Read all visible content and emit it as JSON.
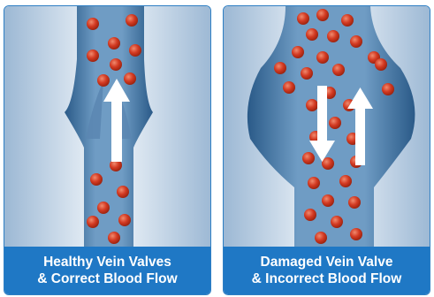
{
  "colors": {
    "frame": "#2f7fc4",
    "caption_bg": "#1f78c5",
    "vein": "#3d6f9c",
    "blood_cell": "#d33a22",
    "arrow": "#ffffff"
  },
  "panels": [
    {
      "caption_line1": "Healthy Vein Valves",
      "caption_line2": "& Correct Blood Flow",
      "flow": "upward arrow"
    },
    {
      "caption_line1": "Damaged Vein Valve",
      "caption_line2": "& Incorrect Blood Flow",
      "flow": "upward and downward arrows"
    }
  ]
}
